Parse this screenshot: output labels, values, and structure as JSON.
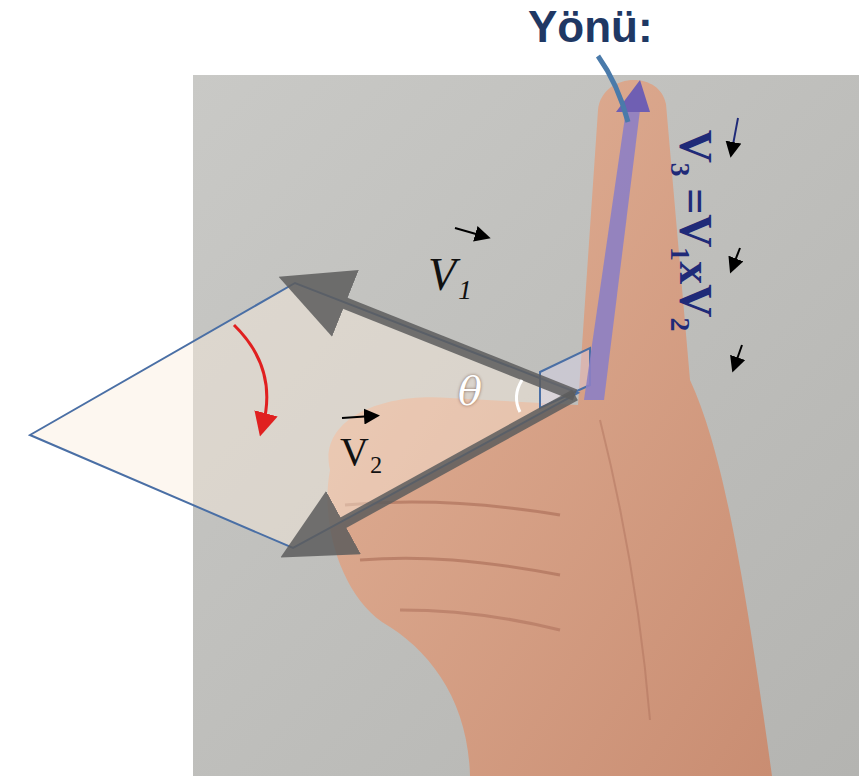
{
  "diagram": {
    "labels": [
      "Yönü:",
      "V₁",
      "V₂",
      "θ",
      "V₃ =V₁xV₂"
    ]
  }
}
